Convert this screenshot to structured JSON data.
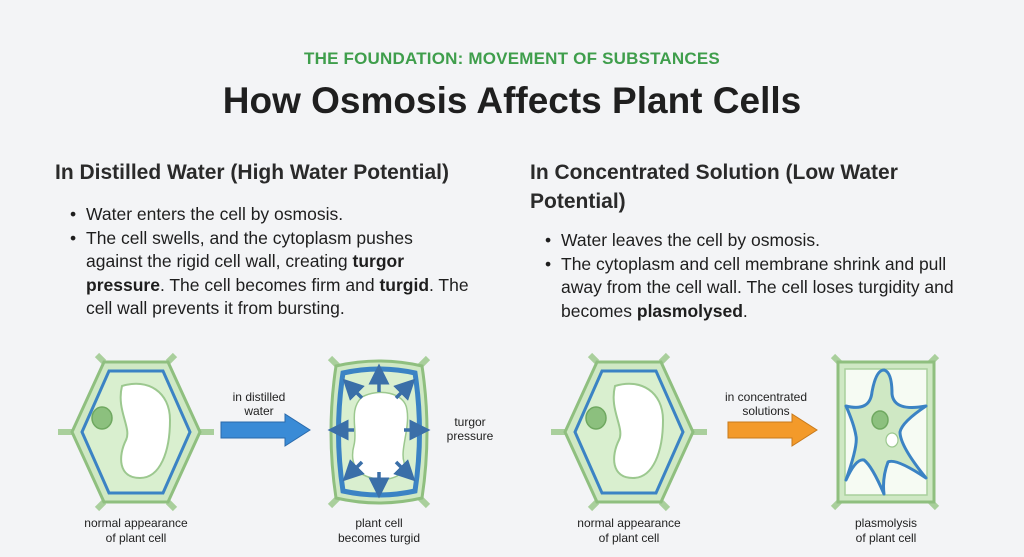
{
  "header": {
    "eyebrow": "THE FOUNDATION: MOVEMENT OF SUBSTANCES",
    "title": "How Osmosis Affects Plant Cells"
  },
  "left": {
    "heading": "In Distilled Water (High Water Potential)",
    "bullet1": "Water enters the cell by osmosis.",
    "bullet2_a": "The cell swells, and the cytoplasm pushes against the rigid cell wall, creating ",
    "bullet2_b": "turgor pressure",
    "bullet2_c": ". The cell becomes firm and ",
    "bullet2_d": "turgid",
    "bullet2_e": ". The cell wall prevents it from bursting."
  },
  "right": {
    "heading": "In Concentrated Solution (Low Water Potential)",
    "bullet1": "Water leaves the cell by osmosis.",
    "bullet2_a": "The cytoplasm and cell membrane shrink and pull away from the cell wall. The cell loses turgidity and becomes ",
    "bullet2_b": "plasmolysed",
    "bullet2_c": "."
  },
  "diagram": {
    "arrow_left_label_1": "in distilled",
    "arrow_left_label_2": "water",
    "arrow_right_label_1": "in concentrated",
    "arrow_right_label_2": "solutions",
    "turgor_label_1": "turgor",
    "turgor_label_2": "pressure",
    "cap_normal_left_1": "normal appearance",
    "cap_normal_left_2": "of plant cell",
    "cap_turgid_1": "plant cell",
    "cap_turgid_2": "becomes turgid",
    "cap_normal_right_1": "normal appearance",
    "cap_normal_right_2": "of plant cell",
    "cap_plasmo_1": "plasmolysis",
    "cap_plasmo_2": "of plant cell"
  },
  "colors": {
    "accent_green": "#3f9e4c",
    "cell_fill": "#cfe8c4",
    "wall_stroke": "#8fbf7f",
    "membrane_blue": "#3b83c4",
    "arrow_blue": "#3a8bd6",
    "arrow_orange": "#f39a2a"
  }
}
